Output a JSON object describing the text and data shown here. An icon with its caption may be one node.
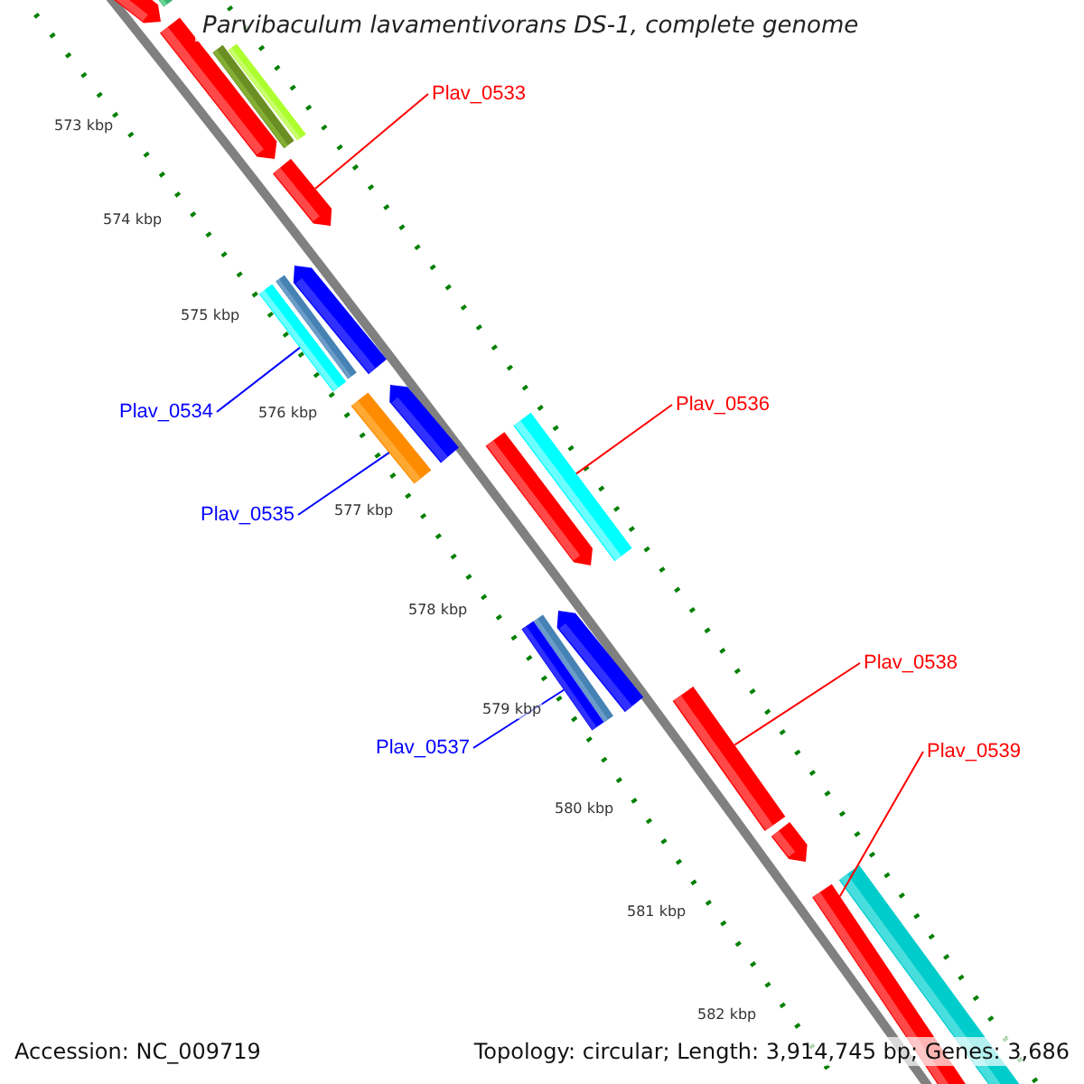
{
  "diagram": {
    "title": "Parvibaculum lavamentivorans DS-1, complete genome",
    "nodes": [
      {
        "text": [],
        "shape": "pentagon"
      },
      {
        "text": [],
        "shape": "bar"
      },
      {
        "text": [],
        "shape": "bar"
      },
      {
        "text": [],
        "shape": "bar"
      },
      {
        "text": [],
        "shape": "pentagon"
      },
      {
        "text": [
          "Plav_0533"
        ]
      },
      {
        "text": [],
        "shape": "pentagon"
      },
      {
        "text": [],
        "shape": "pentagon"
      },
      {
        "text": [],
        "shape": "bar"
      },
      {
        "text": [],
        "shape": "bar"
      },
      {
        "text": [
          "Plav_0534"
        ]
      },
      {
        "text": [],
        "shape": "pentagon"
      },
      {
        "text": [],
        "shape": "bar"
      },
      {
        "text": [
          "Plav_0535"
        ]
      },
      {
        "text": [
          "Plav_0536"
        ]
      },
      {
        "text": [],
        "shape": "bar"
      },
      {
        "text": [],
        "shape": "pentagon"
      },
      {
        "text": [],
        "shape": "pentagon"
      },
      {
        "text": [],
        "shape": "bar"
      },
      {
        "text": [],
        "shape": "bar"
      },
      {
        "text": [
          "Plav_0537"
        ]
      },
      {
        "text": [
          "Plav_0538"
        ]
      },
      {
        "text": [],
        "shape": "bar"
      },
      {
        "text": [
          "Plav_0539"
        ]
      },
      {
        "text": [],
        "shape": "pentagon"
      },
      {
        "text": [],
        "shape": "bar"
      },
      {
        "text": [],
        "shape": "bar"
      }
    ],
    "edges": [
      {
        "from": 5,
        "to": 6,
        "arrow": "none",
        "color": "#ff0000"
      },
      {
        "from": 10,
        "to": 9,
        "arrow": "none",
        "color": "#0000ff"
      },
      {
        "from": 13,
        "to": 12,
        "arrow": "none",
        "color": "#0000ff"
      },
      {
        "from": 14,
        "to": 15,
        "arrow": "none",
        "color": "#ff0000"
      },
      {
        "from": 20,
        "to": 19,
        "arrow": "none",
        "color": "#0000ff"
      },
      {
        "from": 21,
        "to": 22,
        "arrow": "none",
        "color": "#ff0000"
      },
      {
        "from": 23,
        "to": 25,
        "arrow": "none",
        "color": "#ff0000"
      }
    ],
    "labels": [
      "573 kbp",
      "574 kbp",
      "575 kbp",
      "576 kbp",
      "577 kbp",
      "578 kbp",
      "579 kbp",
      "580 kbp",
      "581 kbp",
      "582 kbp",
      "Accession: NC_009719",
      "Topology: circular; Length: 3,914,745 bp; Genes: 3,686"
    ]
  }
}
